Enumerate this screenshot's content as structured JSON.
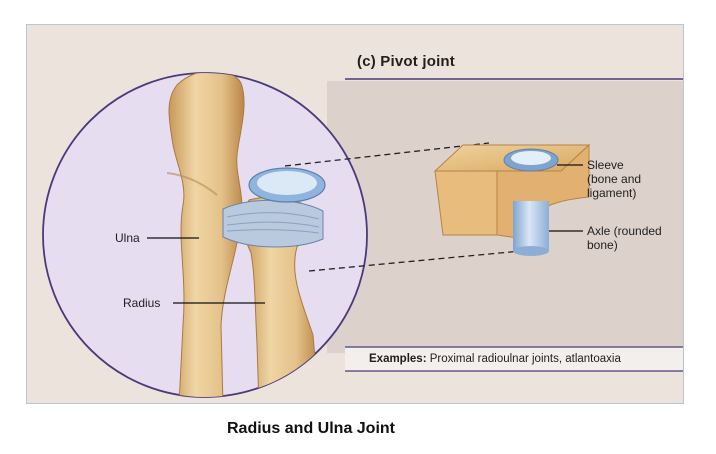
{
  "panel": {
    "title": "(c) Pivot joint",
    "labels": {
      "ulna": "Ulna",
      "radius": "Radius",
      "sleeve": "Sleeve\n(bone and\nligament)",
      "axle": "Axle (rounded\nbone)"
    },
    "examples_label": "Examples:",
    "examples_text": "Proximal radioulnar joints, atlantoaxia"
  },
  "caption": "Radius and Ulna Joint",
  "colors": {
    "panel_bg": "#ece3dd",
    "circle_bg": "#e6def0",
    "circle_border": "#4a3a7a",
    "bone": "#e8c992",
    "bone_shadow": "#c99a5c",
    "ligament": "#b9c9de",
    "axle": "#a9c6e6"
  }
}
